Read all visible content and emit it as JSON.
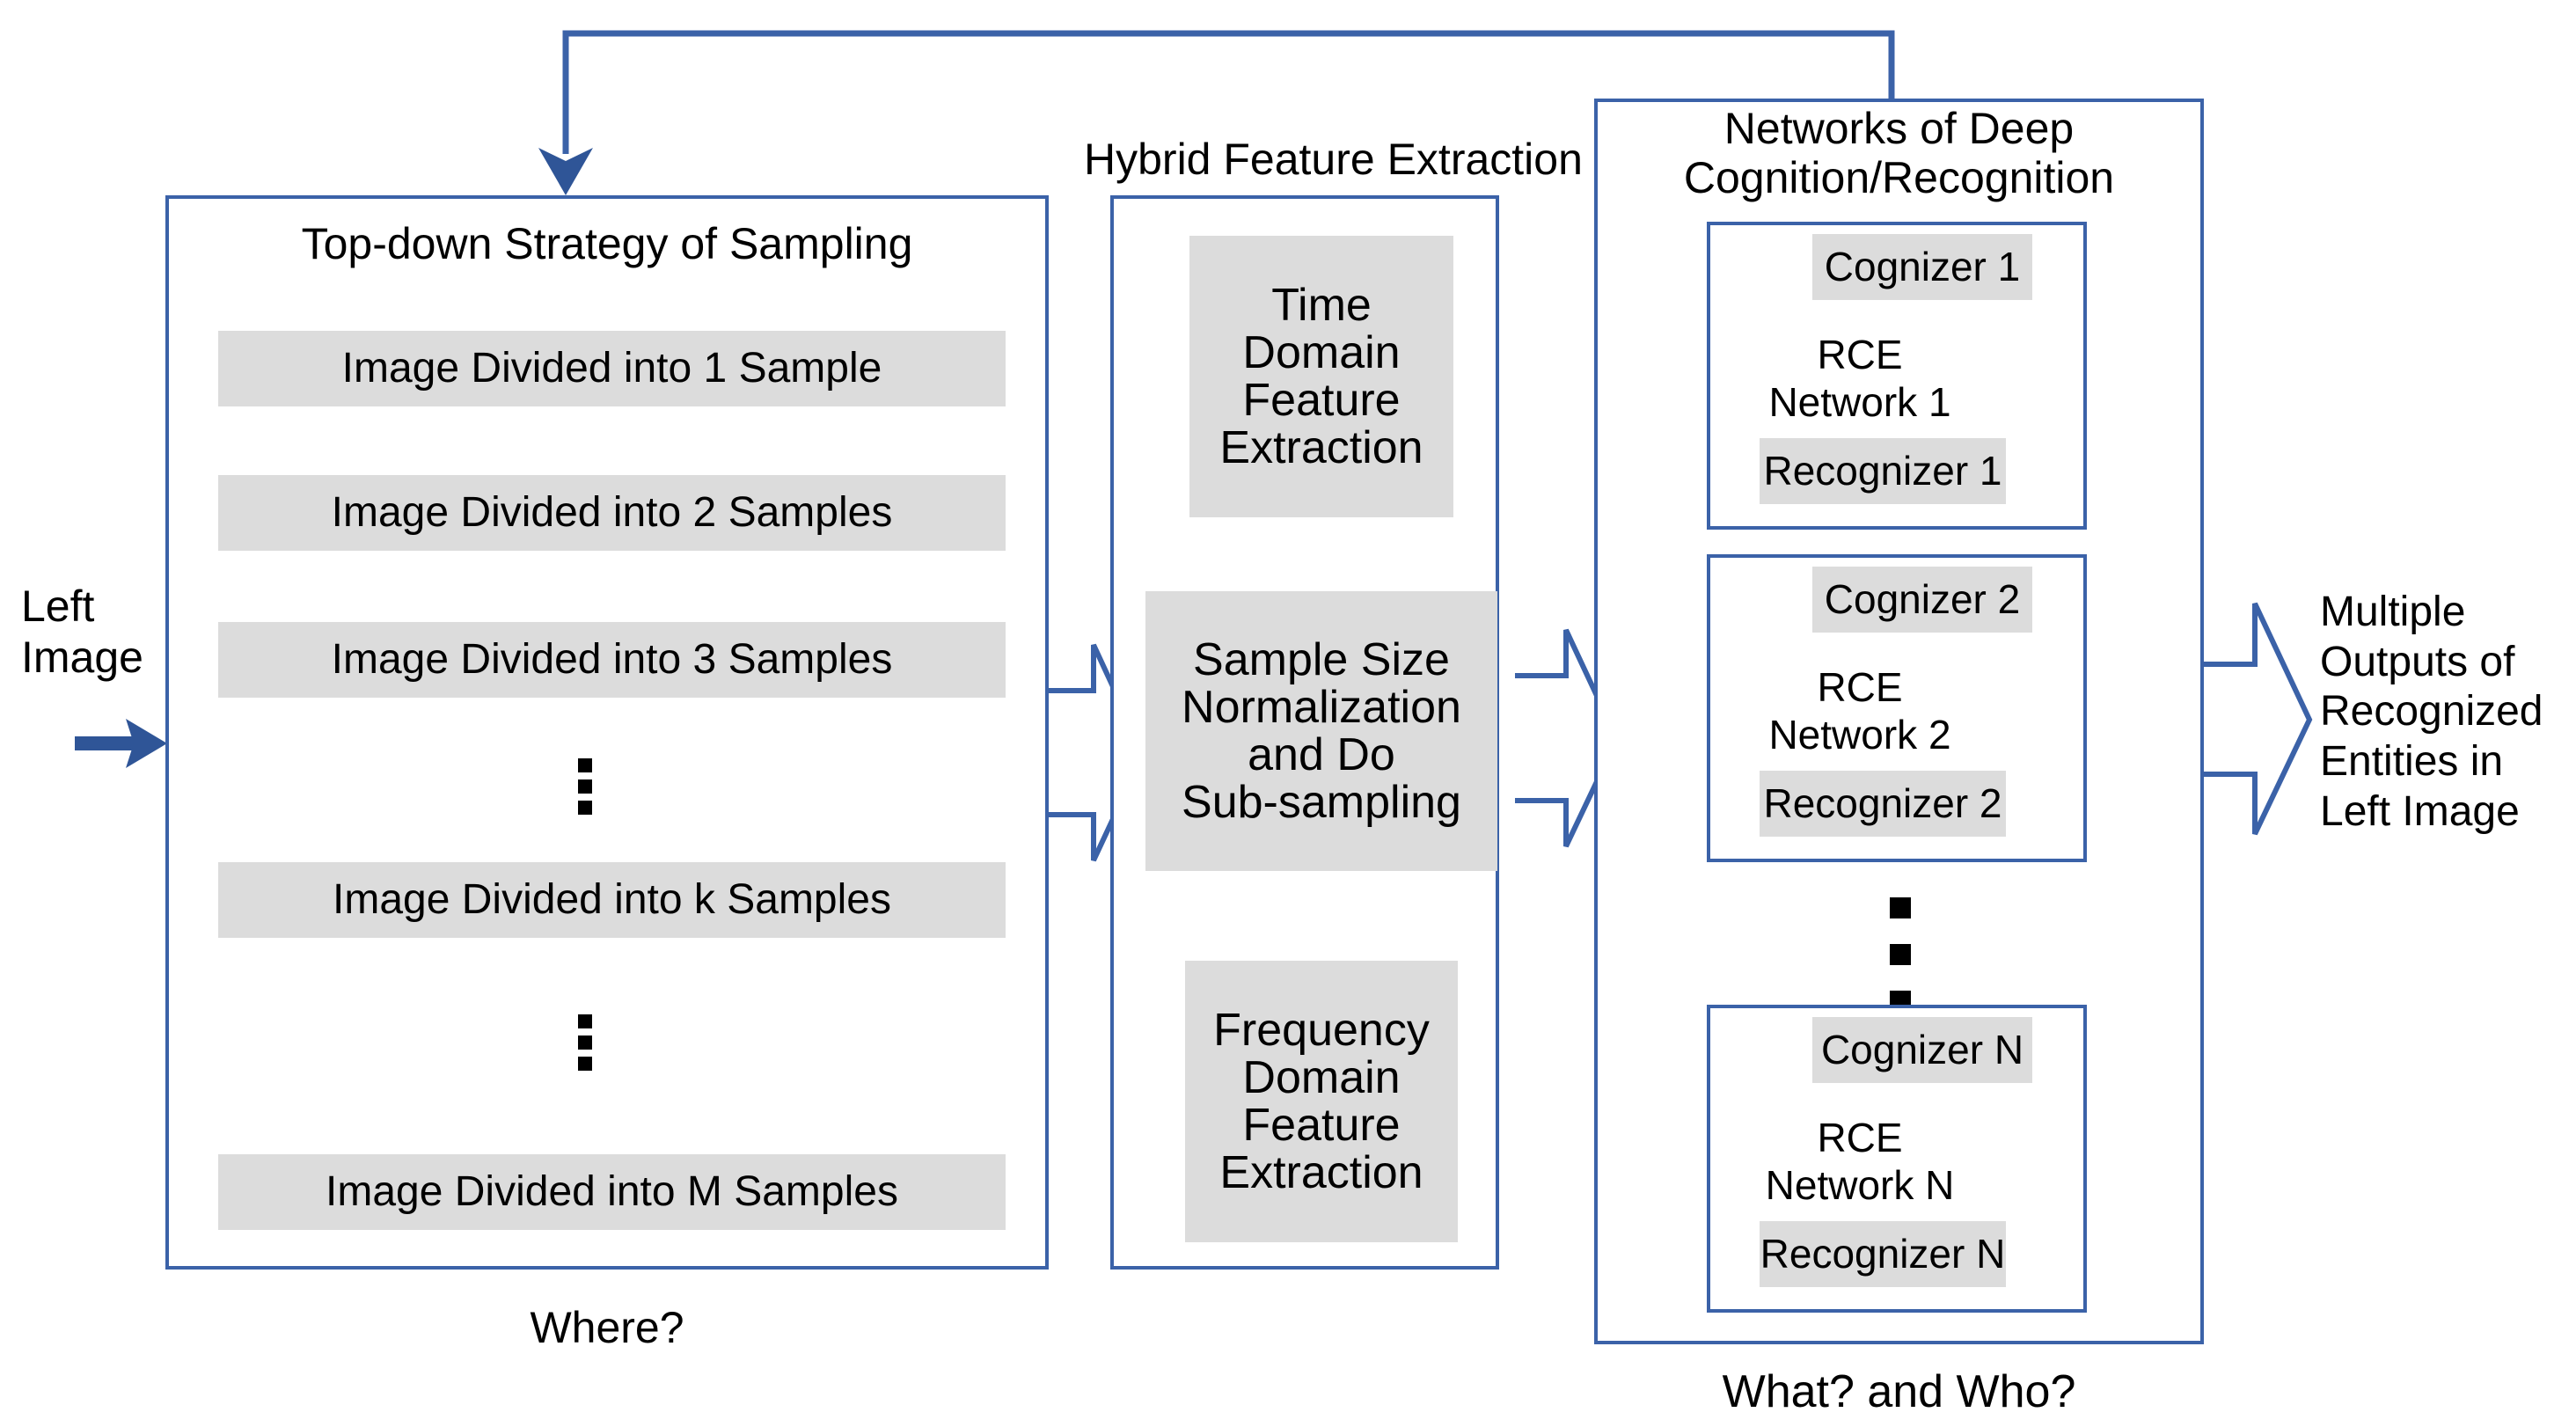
{
  "colors": {
    "border_blue": "#3b62a8",
    "arrow_blue": "#2f5597",
    "gray_fill": "#dcdcdc",
    "text": "#000000",
    "background": "#ffffff"
  },
  "input": {
    "label_line1": "Left",
    "label_line2": "Image",
    "arrow_icon": "arrow-right-icon"
  },
  "left_panel": {
    "title": "Top-down Strategy of Sampling",
    "caption": "Where?",
    "samples": [
      {
        "label": "Image Divided into 1 Sample"
      },
      {
        "label": "Image Divided into 2 Samples"
      },
      {
        "label": "Image Divided into 3 Samples"
      },
      {
        "label": "Image Divided into k Samples"
      },
      {
        "label": "Image Divided into M Samples"
      }
    ],
    "ellipsis_icon": "vertical-ellipsis-icon"
  },
  "middle_panel": {
    "title": "Hybrid Feature Extraction",
    "blocks": [
      {
        "label": "Time\nDomain\nFeature\nExtraction",
        "name": "time-domain-feature-extraction"
      },
      {
        "label": "Sample Size\nNormalization\nand Do\nSub-sampling",
        "name": "sample-size-normalization"
      },
      {
        "label": "Frequency\nDomain\nFeature\nExtraction",
        "name": "frequency-domain-feature-extraction"
      }
    ],
    "arrow_up_icon": "arrow-up-icon",
    "arrow_down_icon": "arrow-down-icon"
  },
  "right_panel": {
    "title_line1": "Networks of Deep",
    "title_line2": "Cognition/Recognition",
    "caption": "What? and Who?",
    "units": [
      {
        "cognizer": "Cognizer 1",
        "network": "RCE Network 1",
        "recognizer": "Recognizer 1"
      },
      {
        "cognizer": "Cognizer 2",
        "network": "RCE Network 2",
        "recognizer": "Recognizer 2"
      },
      {
        "cognizer": "Cognizer N",
        "network": "RCE Network N",
        "recognizer": "Recognizer N"
      }
    ],
    "ellipsis_icon": "vertical-ellipsis-icon",
    "in_arrow_icon": "arrow-right-icon",
    "out_arrow_icon": "arrow-right-icon",
    "db_icon": "database-cylinder-icon"
  },
  "output": {
    "lines": [
      "Multiple",
      "Outputs of",
      "Recognized",
      "Entities in",
      "Left Image"
    ]
  },
  "connectors": {
    "left_to_middle": "block-arrow-right-icon",
    "middle_to_right": "block-arrow-right-icon",
    "right_to_output": "block-arrow-right-icon",
    "feedback": "feedback-arrow-icon"
  }
}
